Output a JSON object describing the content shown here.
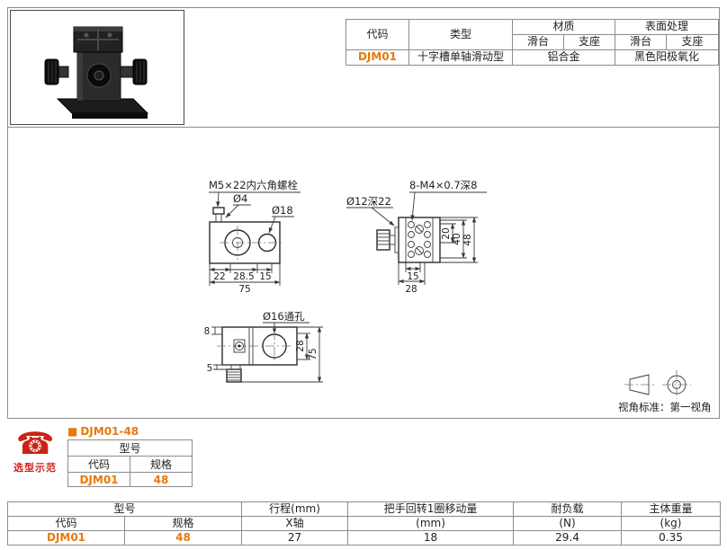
{
  "colors": {
    "accent": "#e8780a",
    "header_bg": "#f2efe6",
    "phone_red": "#cc2216",
    "border": "#8c8c8c"
  },
  "spec_table": {
    "col_code": "代码",
    "col_type": "类型",
    "col_material": "材质",
    "col_surface": "表面处理",
    "sub_slide_1": "滑台",
    "sub_base_1": "支座",
    "sub_slide_2": "滑台",
    "sub_base_2": "支座",
    "row": {
      "code": "DJM01",
      "type": "十字槽单轴滑动型",
      "material": "铝合金",
      "surface": "黑色阳极氧化"
    }
  },
  "drawings": {
    "front": {
      "bolt_label": "M5×22内六角螺栓",
      "dia4": "Ø4",
      "dia18": "Ø18",
      "dim_22": "22",
      "dim_28_5": "28.5",
      "dim_15": "15",
      "dim_75": "75"
    },
    "side": {
      "holes_label": "8-M4×0.7深8",
      "dia12": "Ø12深22",
      "dim_20": "20",
      "dim_40": "40",
      "dim_48": "48",
      "dim_15": "15",
      "dim_28": "28"
    },
    "top": {
      "dia16": "Ø16通孔",
      "dim_8": "8",
      "dim_28": "28",
      "dim_75": "75",
      "dim_5": "5"
    },
    "view_note": "视角标准：第一视角"
  },
  "selection": {
    "badge_label": "选型示范",
    "phone_glyph": "☎",
    "title_bullet": "■",
    "title": "DJM01-48",
    "header_model": "型号",
    "header_code": "代码",
    "header_spec": "规格",
    "code": "DJM01",
    "spec": "48"
  },
  "bottom_table": {
    "h_model": "型号",
    "h_code": "代码",
    "h_spec": "规格",
    "h_travel": "行程(mm)",
    "h_x_axis": "X轴",
    "h_move": "把手回转1圈移动量",
    "h_move_unit": "(mm)",
    "h_load": "耐负载",
    "h_load_unit": "(N)",
    "h_weight": "主体重量",
    "h_weight_unit": "(kg)",
    "row": {
      "code": "DJM01",
      "spec": "48",
      "travel": "27",
      "move": "18",
      "load": "29.4",
      "weight": "0.35"
    }
  }
}
